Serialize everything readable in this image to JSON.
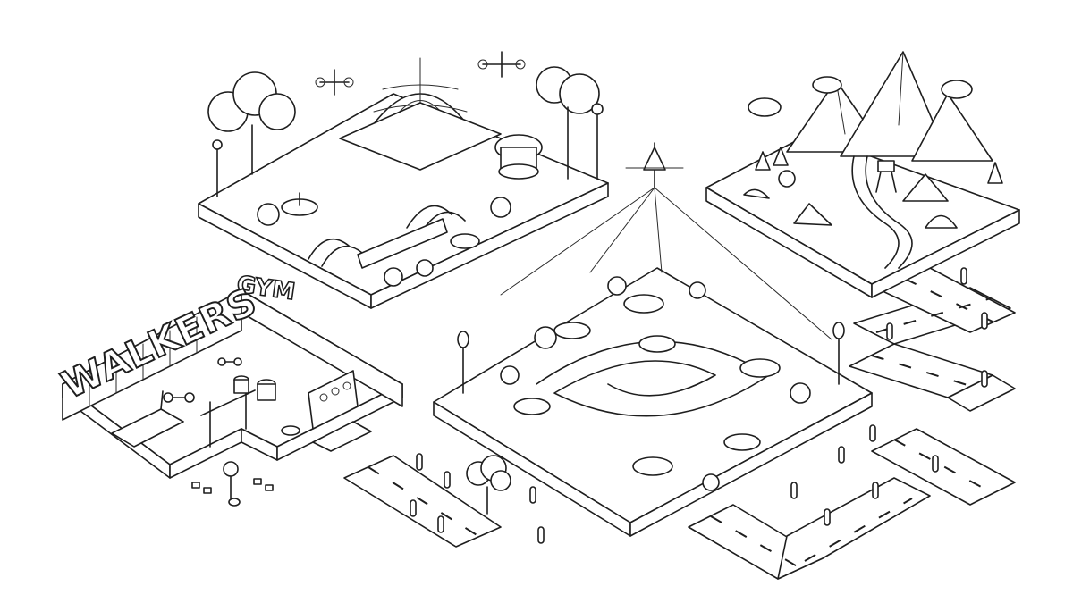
{
  "title": {
    "text": "WALKERS"
  },
  "gym": {
    "sign": "GYM"
  },
  "colors": {
    "ink": "#1e1e1e",
    "paper": "#ffffff"
  },
  "regions": [
    {
      "name": "gym",
      "icon": "dumbbell-icon"
    },
    {
      "name": "park",
      "icon": "dome-icon"
    },
    {
      "name": "plaza",
      "icon": "antenna-icon"
    },
    {
      "name": "campsite",
      "icon": "mountain-icon"
    }
  ]
}
